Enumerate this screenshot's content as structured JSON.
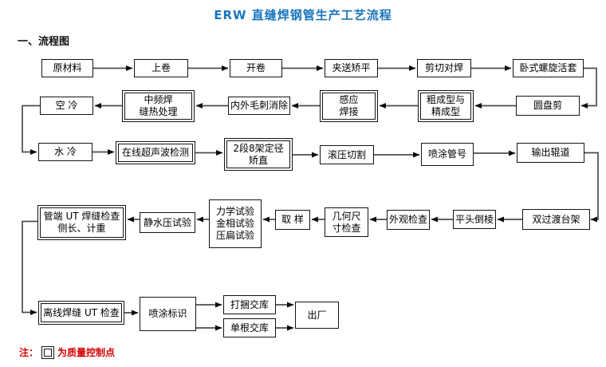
{
  "page": {
    "title": "ERW 直缝焊钢管生产工艺流程",
    "section_heading": "一、流程图",
    "note": {
      "prefix": "注：",
      "symbol": "double-border-square",
      "text": "为质量控制点"
    },
    "colors": {
      "title": "#1874bd",
      "note": "#d40000",
      "box_border": "#141414",
      "arrow": "#4d4d4d",
      "background": "#ffffff"
    }
  },
  "flowchart": {
    "nodes": [
      {
        "id": "raw-material",
        "label": "原材料",
        "quality_control": false
      },
      {
        "id": "coil-loading",
        "label": "上卷",
        "quality_control": false
      },
      {
        "id": "uncoiling",
        "label": "开卷",
        "quality_control": false
      },
      {
        "id": "pinch-leveling",
        "label": "夹送矫平",
        "quality_control": false
      },
      {
        "id": "shear-butt-welding",
        "label": "剪切对焊",
        "quality_control": false
      },
      {
        "id": "horizontal-spiral-looper",
        "label": "卧式螺旋活套",
        "quality_control": false
      },
      {
        "id": "disc-shear",
        "label": "圆盘剪",
        "quality_control": false
      },
      {
        "id": "rough-fine-forming",
        "label": "粗成型与\n精成型",
        "quality_control": true
      },
      {
        "id": "induction-welding",
        "label": "感应\n焊接",
        "quality_control": true
      },
      {
        "id": "burr-removal",
        "label": "内外毛刺消除",
        "quality_control": false
      },
      {
        "id": "mf-seam-heat-treatment",
        "label": "中频焊\n缝热处理",
        "quality_control": true
      },
      {
        "id": "air-cooling",
        "label": "空 冷",
        "quality_control": false
      },
      {
        "id": "water-cooling",
        "label": "水 冷",
        "quality_control": false
      },
      {
        "id": "online-ultrasonic-test",
        "label": "在线超声波检测",
        "quality_control": true
      },
      {
        "id": "sizing-straightening",
        "label": "2段8架定径\n矫直",
        "quality_control": true
      },
      {
        "id": "roll-cutting",
        "label": "滚压切割",
        "quality_control": false
      },
      {
        "id": "pipe-number-spraying",
        "label": "喷涂管号",
        "quality_control": false
      },
      {
        "id": "output-roller-table",
        "label": "输出辊道",
        "quality_control": false
      },
      {
        "id": "double-transfer-rack",
        "label": "双过渡台架",
        "quality_control": false
      },
      {
        "id": "end-facing-beveling",
        "label": "平头倒棱",
        "quality_control": false
      },
      {
        "id": "visual-inspection",
        "label": "外观检查",
        "quality_control": false
      },
      {
        "id": "dimension-check",
        "label": "几何尺\n寸检查",
        "quality_control": false
      },
      {
        "id": "sampling",
        "label": "取 样",
        "quality_control": false
      },
      {
        "id": "lab-tests",
        "label": "力学试验\n金相试验\n压扁试验",
        "quality_control": false
      },
      {
        "id": "hydrostatic-test",
        "label": "静水压试验",
        "quality_control": false
      },
      {
        "id": "pipe-end-ut-check",
        "label": "管端 UT 焊缝检查\n侧长、计重",
        "quality_control": true
      },
      {
        "id": "offline-seam-ut-check",
        "label": "离线焊缝 UT 检查",
        "quality_control": true
      },
      {
        "id": "marking-spraying",
        "label": "喷涂标识",
        "quality_control": false
      },
      {
        "id": "bundle-to-warehouse",
        "label": "打捆交库",
        "quality_control": false
      },
      {
        "id": "single-to-warehouse",
        "label": "单根交库",
        "quality_control": false
      },
      {
        "id": "delivery",
        "label": "出厂",
        "quality_control": false
      }
    ],
    "edges": [
      {
        "from": "raw-material",
        "to": "coil-loading"
      },
      {
        "from": "coil-loading",
        "to": "uncoiling"
      },
      {
        "from": "uncoiling",
        "to": "pinch-leveling"
      },
      {
        "from": "pinch-leveling",
        "to": "shear-butt-welding"
      },
      {
        "from": "shear-butt-welding",
        "to": "horizontal-spiral-looper"
      },
      {
        "from": "horizontal-spiral-looper",
        "to": "disc-shear"
      },
      {
        "from": "disc-shear",
        "to": "rough-fine-forming"
      },
      {
        "from": "rough-fine-forming",
        "to": "induction-welding"
      },
      {
        "from": "induction-welding",
        "to": "burr-removal"
      },
      {
        "from": "burr-removal",
        "to": "mf-seam-heat-treatment"
      },
      {
        "from": "mf-seam-heat-treatment",
        "to": "air-cooling"
      },
      {
        "from": "air-cooling",
        "to": "water-cooling"
      },
      {
        "from": "water-cooling",
        "to": "online-ultrasonic-test"
      },
      {
        "from": "online-ultrasonic-test",
        "to": "sizing-straightening"
      },
      {
        "from": "sizing-straightening",
        "to": "roll-cutting"
      },
      {
        "from": "roll-cutting",
        "to": "pipe-number-spraying"
      },
      {
        "from": "pipe-number-spraying",
        "to": "output-roller-table"
      },
      {
        "from": "output-roller-table",
        "to": "double-transfer-rack"
      },
      {
        "from": "double-transfer-rack",
        "to": "end-facing-beveling"
      },
      {
        "from": "end-facing-beveling",
        "to": "visual-inspection"
      },
      {
        "from": "visual-inspection",
        "to": "dimension-check"
      },
      {
        "from": "dimension-check",
        "to": "sampling"
      },
      {
        "from": "sampling",
        "to": "lab-tests"
      },
      {
        "from": "lab-tests",
        "to": "hydrostatic-test"
      },
      {
        "from": "hydrostatic-test",
        "to": "pipe-end-ut-check"
      },
      {
        "from": "pipe-end-ut-check",
        "to": "offline-seam-ut-check"
      },
      {
        "from": "offline-seam-ut-check",
        "to": "marking-spraying"
      },
      {
        "from": "marking-spraying",
        "to": "bundle-to-warehouse"
      },
      {
        "from": "marking-spraying",
        "to": "single-to-warehouse"
      },
      {
        "from": "bundle-to-warehouse",
        "to": "delivery"
      },
      {
        "from": "single-to-warehouse",
        "to": "delivery"
      }
    ]
  }
}
